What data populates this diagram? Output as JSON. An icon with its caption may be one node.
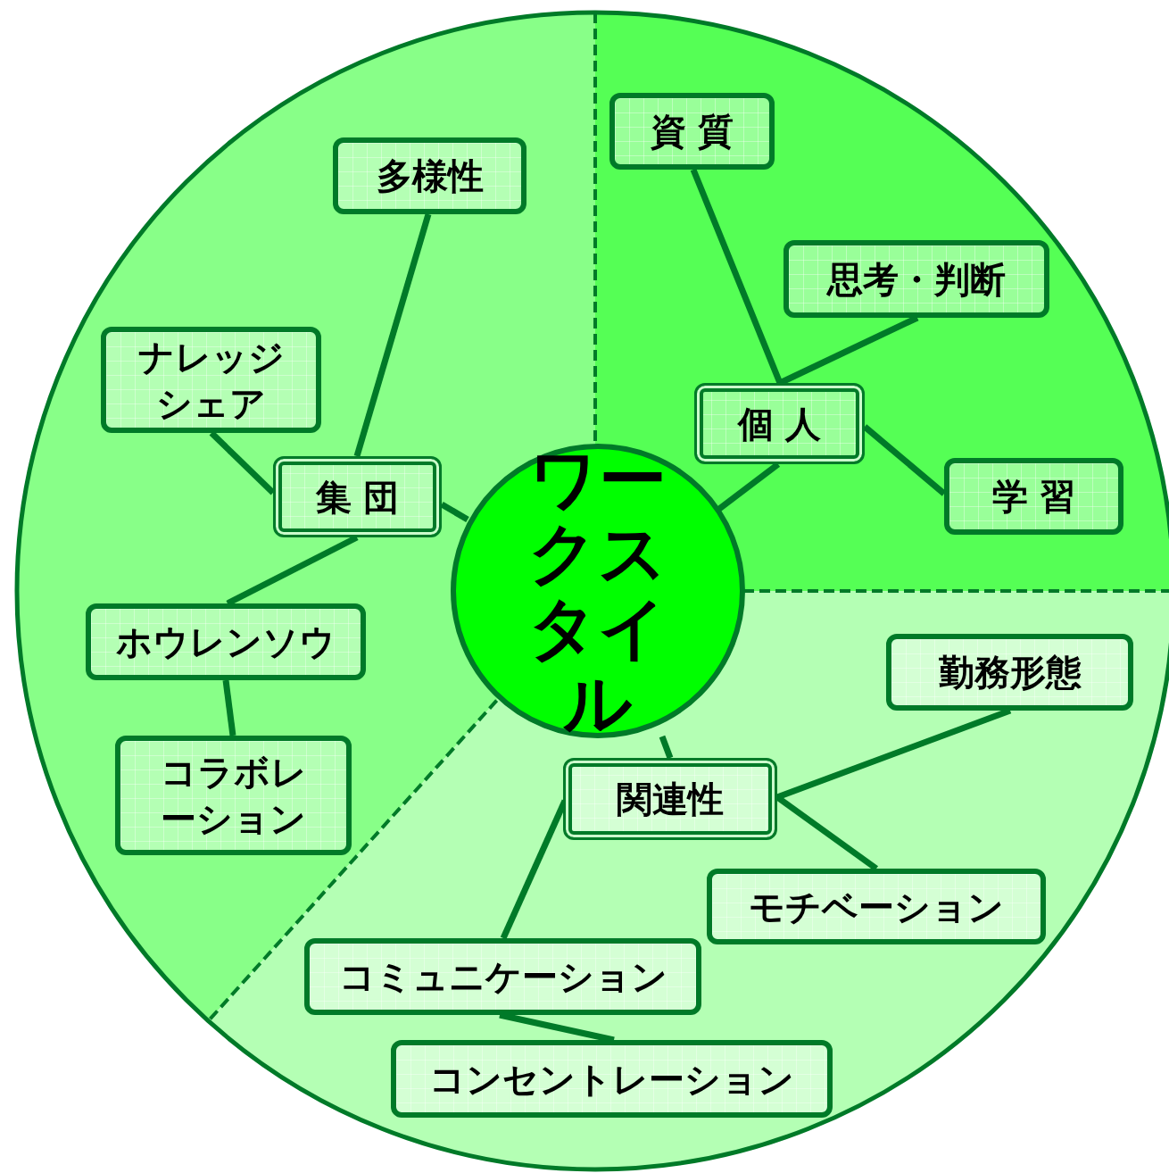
{
  "diagram": {
    "nodes": [
      {
        "text": [
          "ワークスタイル"
        ]
      },
      {
        "text": [
          "集 団"
        ]
      },
      {
        "text": [
          "多様性"
        ]
      },
      {
        "text": [
          "ナレッジシェア"
        ]
      },
      {
        "text": [
          "ホウレンソウ"
        ]
      },
      {
        "text": [
          "コラボレーション"
        ]
      },
      {
        "text": [
          "個 人"
        ]
      },
      {
        "text": [
          "資 質"
        ]
      },
      {
        "text": [
          "思考・判断"
        ]
      },
      {
        "text": [
          "学 習"
        ]
      },
      {
        "text": [
          "関連性"
        ]
      },
      {
        "text": [
          "勤務形態"
        ]
      },
      {
        "text": [
          "モチベーション"
        ]
      },
      {
        "text": [
          "コミュニケーション"
        ]
      },
      {
        "text": [
          "コンセントレーション"
        ]
      }
    ],
    "edges": [
      {
        "from": 0,
        "to": 1,
        "arrow": "none"
      },
      {
        "from": 1,
        "to": 2,
        "arrow": "none"
      },
      {
        "from": 1,
        "to": 3,
        "arrow": "none"
      },
      {
        "from": 1,
        "to": 4,
        "arrow": "none"
      },
      {
        "from": 4,
        "to": 5,
        "arrow": "none"
      },
      {
        "from": 0,
        "to": 6,
        "arrow": "none"
      },
      {
        "from": 6,
        "to": 7,
        "arrow": "none"
      },
      {
        "from": 6,
        "to": 8,
        "arrow": "none"
      },
      {
        "from": 6,
        "to": 9,
        "arrow": "none"
      },
      {
        "from": 0,
        "to": 10,
        "arrow": "none"
      },
      {
        "from": 10,
        "to": 11,
        "arrow": "none"
      },
      {
        "from": 10,
        "to": 12,
        "arrow": "none"
      },
      {
        "from": 10,
        "to": 13,
        "arrow": "none"
      },
      {
        "from": 13,
        "to": 14,
        "arrow": "none"
      }
    ]
  }
}
